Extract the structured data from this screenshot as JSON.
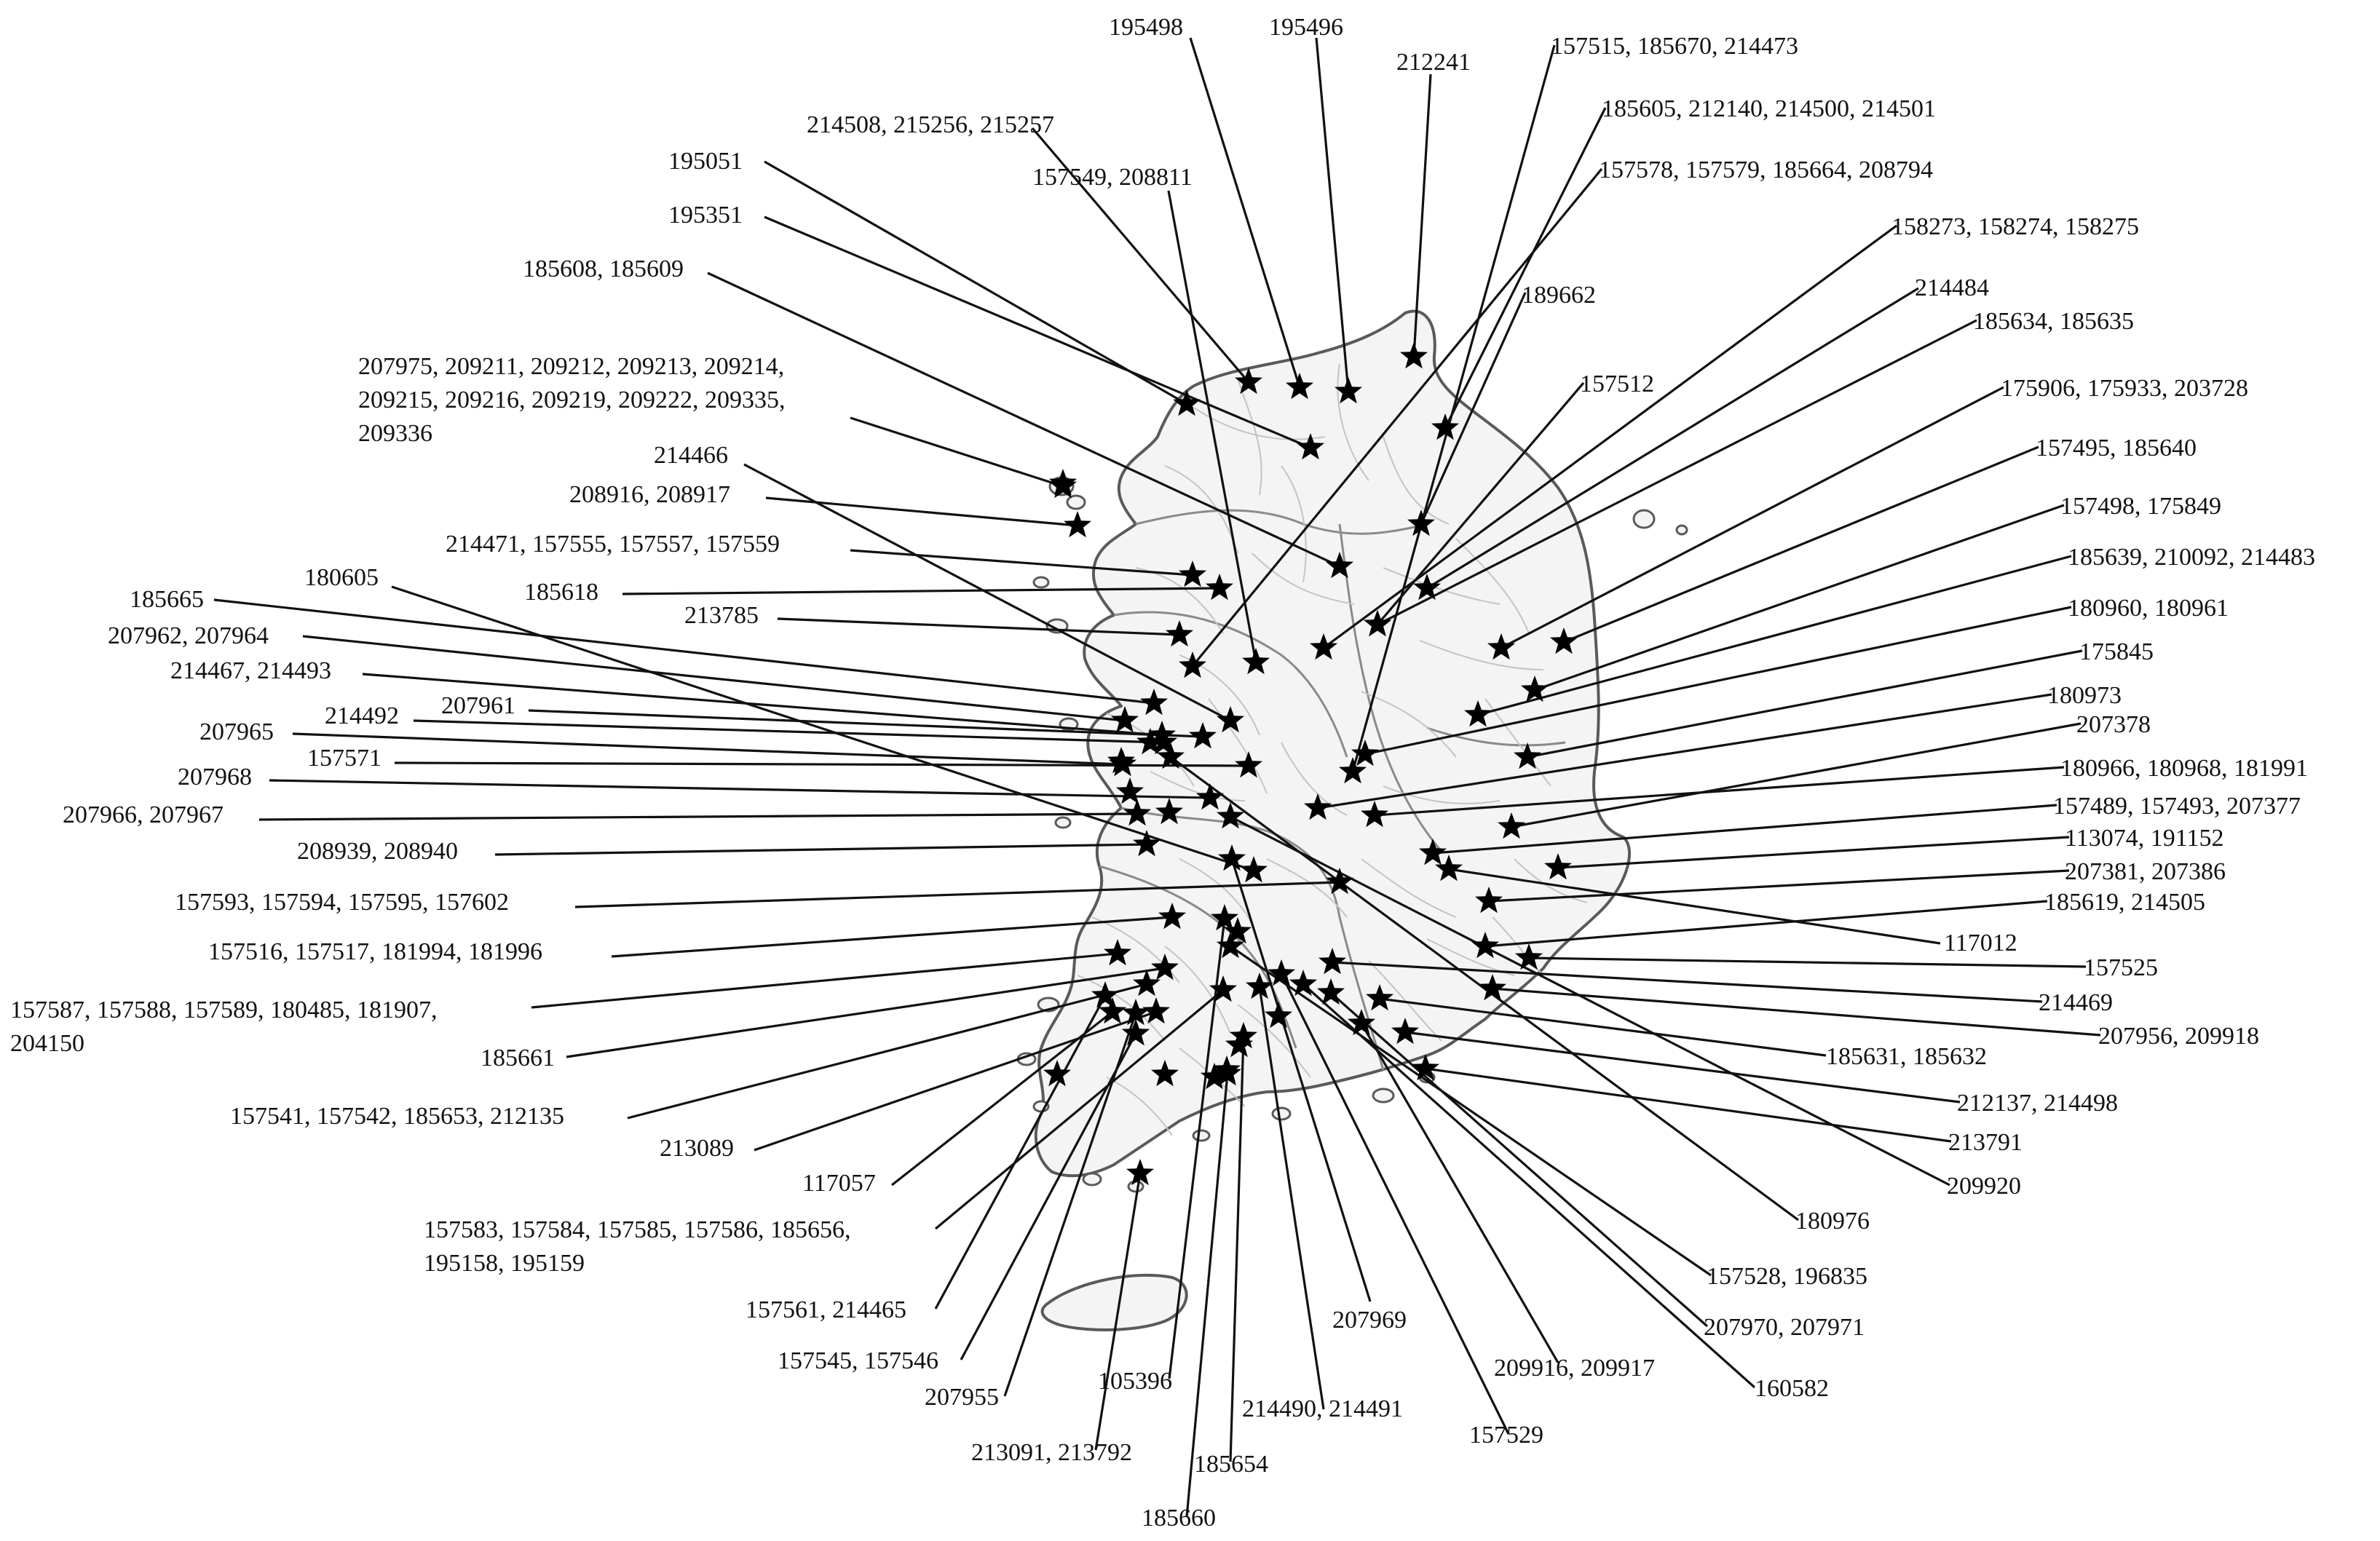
{
  "colors": {
    "background": "#ffffff",
    "land": "#f4f4f4",
    "coast": "#5a5a5a",
    "district_line": "#c4c4c4",
    "leader": "#111111",
    "marker": "#000000"
  },
  "icons": {
    "marker": "star-icon"
  },
  "labels": [
    {
      "id": "l01",
      "lines": [
        "195498"
      ]
    },
    {
      "id": "l02",
      "lines": [
        "195496"
      ]
    },
    {
      "id": "l03",
      "lines": [
        "212241"
      ]
    },
    {
      "id": "l04",
      "lines": [
        "157515, 185670, 214473"
      ]
    },
    {
      "id": "l05",
      "lines": [
        "185605, 212140, 214500, 214501"
      ]
    },
    {
      "id": "l06",
      "lines": [
        "214508, 215256, 215257"
      ]
    },
    {
      "id": "l07",
      "lines": [
        "157578, 157579, 185664, 208794"
      ]
    },
    {
      "id": "l08",
      "lines": [
        "195051"
      ]
    },
    {
      "id": "l09",
      "lines": [
        "157549, 208811"
      ]
    },
    {
      "id": "l10",
      "lines": [
        "195351"
      ]
    },
    {
      "id": "l11",
      "lines": [
        "158273, 158274, 158275"
      ]
    },
    {
      "id": "l12",
      "lines": [
        "185608, 185609"
      ]
    },
    {
      "id": "l13",
      "lines": [
        "189662"
      ]
    },
    {
      "id": "l14",
      "lines": [
        "214484"
      ]
    },
    {
      "id": "l15",
      "lines": [
        "185634, 185635"
      ]
    },
    {
      "id": "l16",
      "lines": [
        "207975, 209211, 209212, 209213, 209214,",
        "209215, 209216, 209219, 209222, 209335,",
        "209336"
      ]
    },
    {
      "id": "l17",
      "lines": [
        "157512"
      ]
    },
    {
      "id": "l18",
      "lines": [
        "175906, 175933, 203728"
      ]
    },
    {
      "id": "l19",
      "lines": [
        "157495, 185640"
      ]
    },
    {
      "id": "l20",
      "lines": [
        "214466"
      ]
    },
    {
      "id": "l21",
      "lines": [
        "208916, 208917"
      ]
    },
    {
      "id": "l22",
      "lines": [
        "157498, 175849"
      ]
    },
    {
      "id": "l23",
      "lines": [
        "214471, 157555, 157557, 157559"
      ]
    },
    {
      "id": "l24",
      "lines": [
        "185639, 210092, 214483"
      ]
    },
    {
      "id": "l25",
      "lines": [
        "180605"
      ]
    },
    {
      "id": "l26",
      "lines": [
        "185618"
      ]
    },
    {
      "id": "l27",
      "lines": [
        "185665"
      ]
    },
    {
      "id": "l28",
      "lines": [
        "180960, 180961"
      ]
    },
    {
      "id": "l29",
      "lines": [
        "213785"
      ]
    },
    {
      "id": "l30",
      "lines": [
        "207962, 207964"
      ]
    },
    {
      "id": "l31",
      "lines": [
        "175845"
      ]
    },
    {
      "id": "l32",
      "lines": [
        "214467, 214493"
      ]
    },
    {
      "id": "l33",
      "lines": [
        "180973"
      ]
    },
    {
      "id": "l34",
      "lines": [
        "207961"
      ]
    },
    {
      "id": "l35",
      "lines": [
        "214492"
      ]
    },
    {
      "id": "l36",
      "lines": [
        "207378"
      ]
    },
    {
      "id": "l37",
      "lines": [
        "207965"
      ]
    },
    {
      "id": "l38",
      "lines": [
        "157571"
      ]
    },
    {
      "id": "l39",
      "lines": [
        "180966, 180968, 181991"
      ]
    },
    {
      "id": "l40",
      "lines": [
        "207968"
      ]
    },
    {
      "id": "l41",
      "lines": [
        "157489, 157493, 207377"
      ]
    },
    {
      "id": "l42",
      "lines": [
        "207966, 207967"
      ]
    },
    {
      "id": "l43",
      "lines": [
        "113074, 191152"
      ]
    },
    {
      "id": "l44",
      "lines": [
        "208939, 208940"
      ]
    },
    {
      "id": "l45",
      "lines": [
        "207381, 207386"
      ]
    },
    {
      "id": "l46",
      "lines": [
        "157593, 157594, 157595, 157602"
      ]
    },
    {
      "id": "l47",
      "lines": [
        "185619, 214505"
      ]
    },
    {
      "id": "l48",
      "lines": [
        "117012"
      ]
    },
    {
      "id": "l49",
      "lines": [
        "157516, 157517, 181994, 181996"
      ]
    },
    {
      "id": "l50",
      "lines": [
        "157525"
      ]
    },
    {
      "id": "l51",
      "lines": [
        "157587, 157588, 157589, 180485, 181907,",
        "204150"
      ]
    },
    {
      "id": "l52",
      "lines": [
        "214469"
      ]
    },
    {
      "id": "l53",
      "lines": [
        "207956, 209918"
      ]
    },
    {
      "id": "l54",
      "lines": [
        "185661"
      ]
    },
    {
      "id": "l55",
      "lines": [
        "185631, 185632"
      ]
    },
    {
      "id": "l56",
      "lines": [
        "157541, 157542, 185653, 212135"
      ]
    },
    {
      "id": "l57",
      "lines": [
        "212137, 214498"
      ]
    },
    {
      "id": "l58",
      "lines": [
        "213791"
      ]
    },
    {
      "id": "l59",
      "lines": [
        "213089"
      ]
    },
    {
      "id": "l60",
      "lines": [
        "209920"
      ]
    },
    {
      "id": "l61",
      "lines": [
        "117057"
      ]
    },
    {
      "id": "l62",
      "lines": [
        "180976"
      ]
    },
    {
      "id": "l63",
      "lines": [
        "157583, 157584, 157585, 157586, 185656,",
        "195158, 195159"
      ]
    },
    {
      "id": "l64",
      "lines": [
        "157528, 196835"
      ]
    },
    {
      "id": "l65",
      "lines": [
        "157561, 214465"
      ]
    },
    {
      "id": "l66",
      "lines": [
        "207969"
      ]
    },
    {
      "id": "l67",
      "lines": [
        "207970, 207971"
      ]
    },
    {
      "id": "l68",
      "lines": [
        "157545, 157546"
      ]
    },
    {
      "id": "l69",
      "lines": [
        "209916, 209917"
      ]
    },
    {
      "id": "l70",
      "lines": [
        "207955"
      ]
    },
    {
      "id": "l71",
      "lines": [
        "105396"
      ]
    },
    {
      "id": "l72",
      "lines": [
        "214490, 214491"
      ]
    },
    {
      "id": "l73",
      "lines": [
        "160582"
      ]
    },
    {
      "id": "l74",
      "lines": [
        "157529"
      ]
    },
    {
      "id": "l75",
      "lines": [
        "213091, 213792"
      ]
    },
    {
      "id": "l76",
      "lines": [
        "185654"
      ]
    },
    {
      "id": "l77",
      "lines": [
        "185660"
      ]
    }
  ]
}
